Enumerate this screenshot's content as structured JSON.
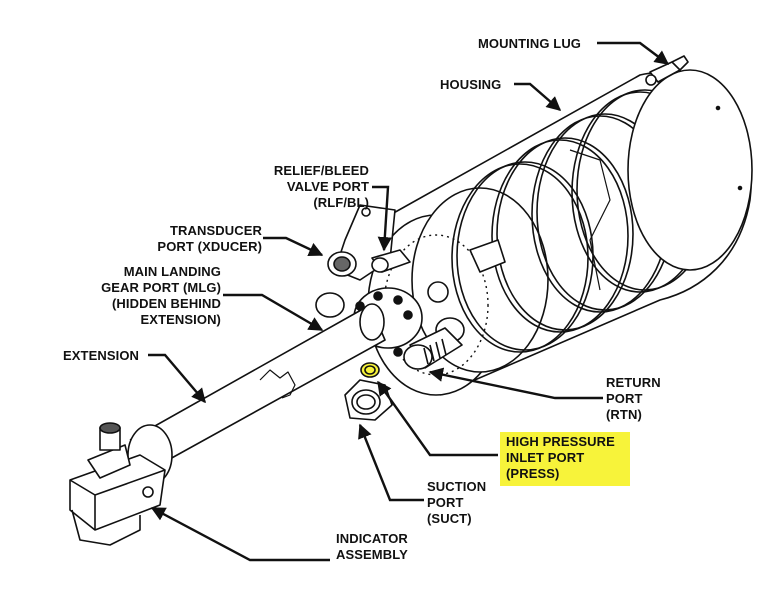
{
  "diagram": {
    "subject": "Actuator assembly (isometric line drawing)",
    "highlight_color": "#f7f33a",
    "line_color": "#111111",
    "labels": {
      "mounting_lug": "MOUNTING LUG",
      "housing": "HOUSING",
      "relief_bleed": "RELIEF/BLEED\nVALVE PORT\n(RLF/BL)",
      "transducer": "TRANSDUCER\nPORT (XDUCER)",
      "main_landing_gear": "MAIN LANDING\nGEAR PORT (MLG)\n(HIDDEN BEHIND\nEXTENSION)",
      "extension": "EXTENSION",
      "return_port": "RETURN\nPORT\n(RTN)",
      "high_pressure": "HIGH PRESSURE\nINLET PORT\n(PRESS)",
      "suction_port": "SUCTION\nPORT\n(SUCT)",
      "indicator": "INDICATOR\nASSEMBLY"
    },
    "highlighted_label": "high_pressure"
  }
}
